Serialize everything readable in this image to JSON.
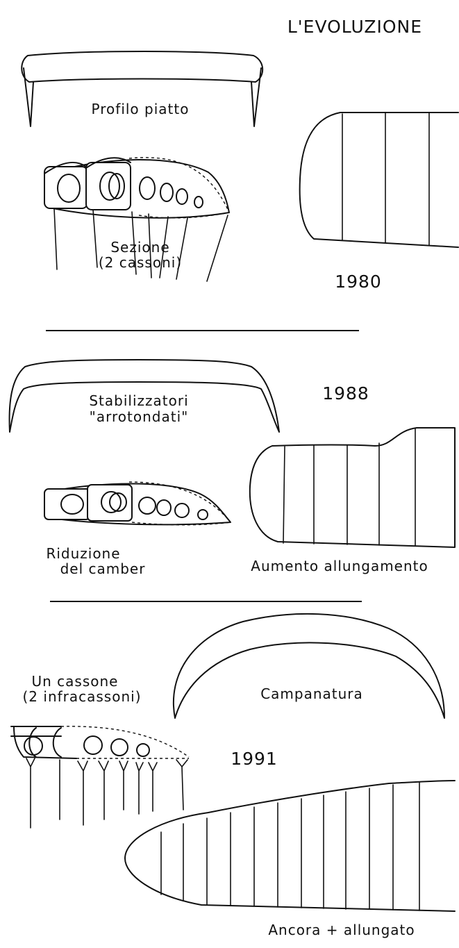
{
  "title": "L'EVOLUZIONE",
  "colors": {
    "ink": "#111111",
    "paper": "#ffffff"
  },
  "sections": [
    {
      "year": "1980",
      "labels": {
        "profile": "Profilo piatto",
        "section_line1": "Sezione",
        "section_line2": "(2 cassoni)"
      }
    },
    {
      "year": "1988",
      "labels": {
        "stabilizers_line1": "Stabilizzatori",
        "stabilizers_line2": "\"arrotondati\"",
        "camber_line1": "Riduzione",
        "camber_line2": "del camber",
        "aspect": "Aumento allungamento"
      }
    },
    {
      "year": "1991",
      "labels": {
        "cell_line1": "Un cassone",
        "cell_line2": "(2 infracassoni)",
        "anhedral": "Campanatura",
        "aspect": "Ancora + allungato"
      }
    }
  ]
}
